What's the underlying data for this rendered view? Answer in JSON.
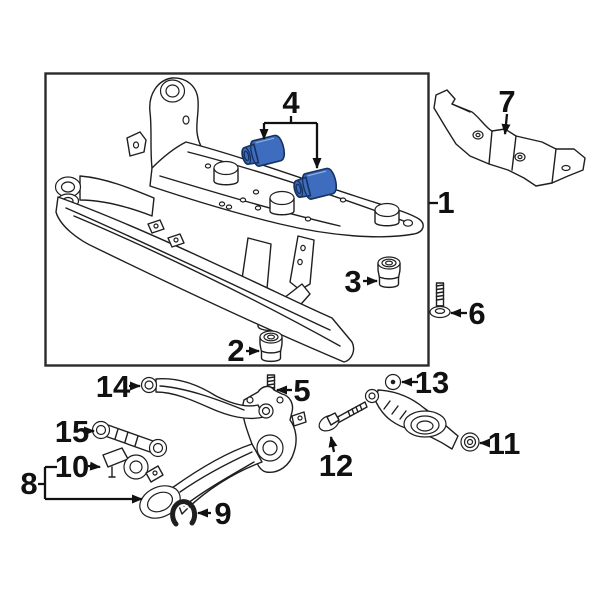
{
  "diagram": {
    "kind": "automotive-suspension-parts-diagram",
    "background_color": "#ffffff",
    "line_color": "#1f1f1f",
    "callout_color": "#111111",
    "highlight_color": "#3e6cbe",
    "highlighted_callout": "4"
  },
  "callouts": [
    {
      "label": "1"
    },
    {
      "label": "2"
    },
    {
      "label": "3"
    },
    {
      "label": "4"
    },
    {
      "label": "5"
    },
    {
      "label": "6"
    },
    {
      "label": "7"
    },
    {
      "label": "8"
    },
    {
      "label": "9"
    },
    {
      "label": "10"
    },
    {
      "label": "11"
    },
    {
      "label": "12"
    },
    {
      "label": "13"
    },
    {
      "label": "14"
    },
    {
      "label": "15"
    }
  ]
}
